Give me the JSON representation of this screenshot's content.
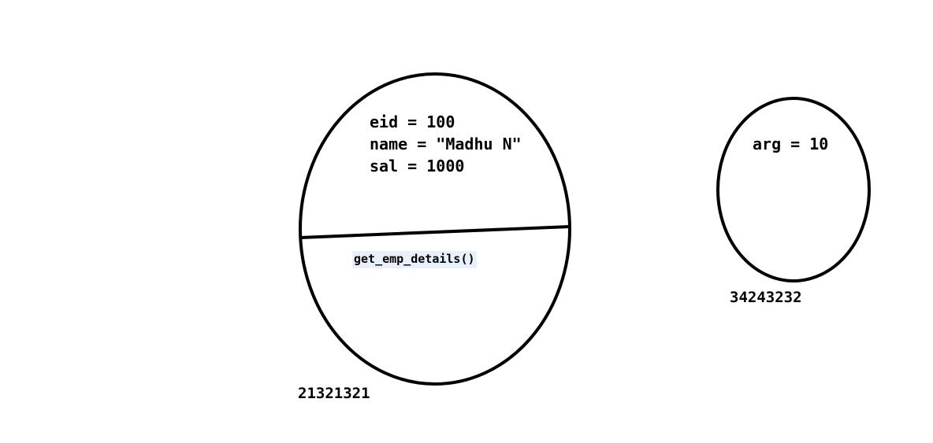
{
  "object_1": {
    "fields": [
      "eid = 100",
      "name = \"Madhu N\"",
      "sal = 1000"
    ],
    "method": "get_emp_details()",
    "address": "21321321"
  },
  "object_2": {
    "fields": [
      "arg = 10"
    ],
    "address": "34243232"
  },
  "colors": {
    "stroke": "#000000",
    "background": "#ffffff",
    "method_highlight": "#e8f0fa"
  }
}
